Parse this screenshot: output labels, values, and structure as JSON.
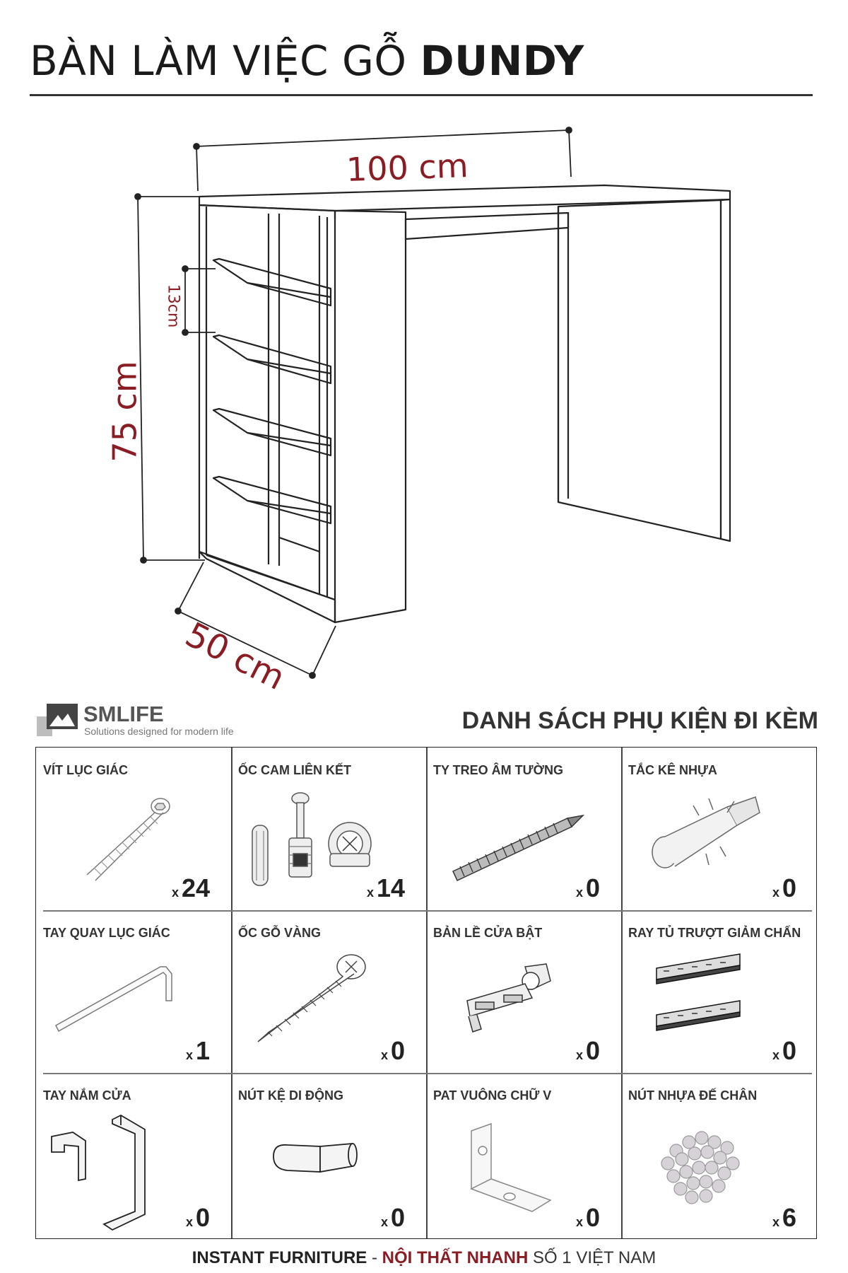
{
  "title": {
    "light": "BÀN LÀM VIỆC GỖ ",
    "bold": "DUNDY"
  },
  "dimensions": {
    "width": "100 cm",
    "height": "75 cm",
    "depth": "50 cm",
    "shelf_gap": "13cm"
  },
  "brand": {
    "name": "SMLIFE",
    "tagline": "Solutions designed for modern life"
  },
  "accessories_title": "DANH SÁCH PHỤ KIỆN ĐI KÈM",
  "accessories": [
    {
      "label": "VÍT LỤC GIÁC",
      "x": "x",
      "qty": "24",
      "icon": "hex-screw-icon"
    },
    {
      "label": "ỐC CAM LIÊN KẾT",
      "x": "x",
      "qty": "14",
      "icon": "cam-lock-icon"
    },
    {
      "label": "TY TREO ÂM TƯỜNG",
      "x": "x",
      "qty": "0",
      "icon": "wall-bolt-icon"
    },
    {
      "label": "TẮC KÊ NHỰA",
      "x": "x",
      "qty": "0",
      "icon": "wall-plug-icon"
    },
    {
      "label": "TAY QUAY LỤC GIÁC",
      "x": "x",
      "qty": "1",
      "icon": "allen-key-icon"
    },
    {
      "label": "ỐC GỖ VÀNG",
      "x": "x",
      "qty": "0",
      "icon": "wood-screw-icon"
    },
    {
      "label": "BẢN LỀ CỬA BẬT",
      "x": "x",
      "qty": "0",
      "icon": "hinge-icon"
    },
    {
      "label": "RAY TỦ TRƯỢT GIẢM CHẤN",
      "x": "x",
      "qty": "0",
      "icon": "drawer-rail-icon"
    },
    {
      "label": "TAY NẮM CỬA",
      "x": "x",
      "qty": "0",
      "icon": "door-handle-icon"
    },
    {
      "label": "NÚT KỆ DI ĐỘNG",
      "x": "x",
      "qty": "0",
      "icon": "shelf-pin-icon"
    },
    {
      "label": "PAT VUÔNG CHỮ V",
      "x": "x",
      "qty": "0",
      "icon": "angle-bracket-icon"
    },
    {
      "label": "NÚT NHỰA ĐẾ CHÂN",
      "x": "x",
      "qty": "6",
      "icon": "plastic-feet-icon"
    }
  ],
  "footer": {
    "part1": "INSTANT FURNITURE",
    "sep": " - ",
    "part2": "NỘI THẤT NHANH",
    "part3": " SỐ 1 VIỆT NAM"
  },
  "colors": {
    "accent": "#8a1c24",
    "line": "#222222"
  }
}
